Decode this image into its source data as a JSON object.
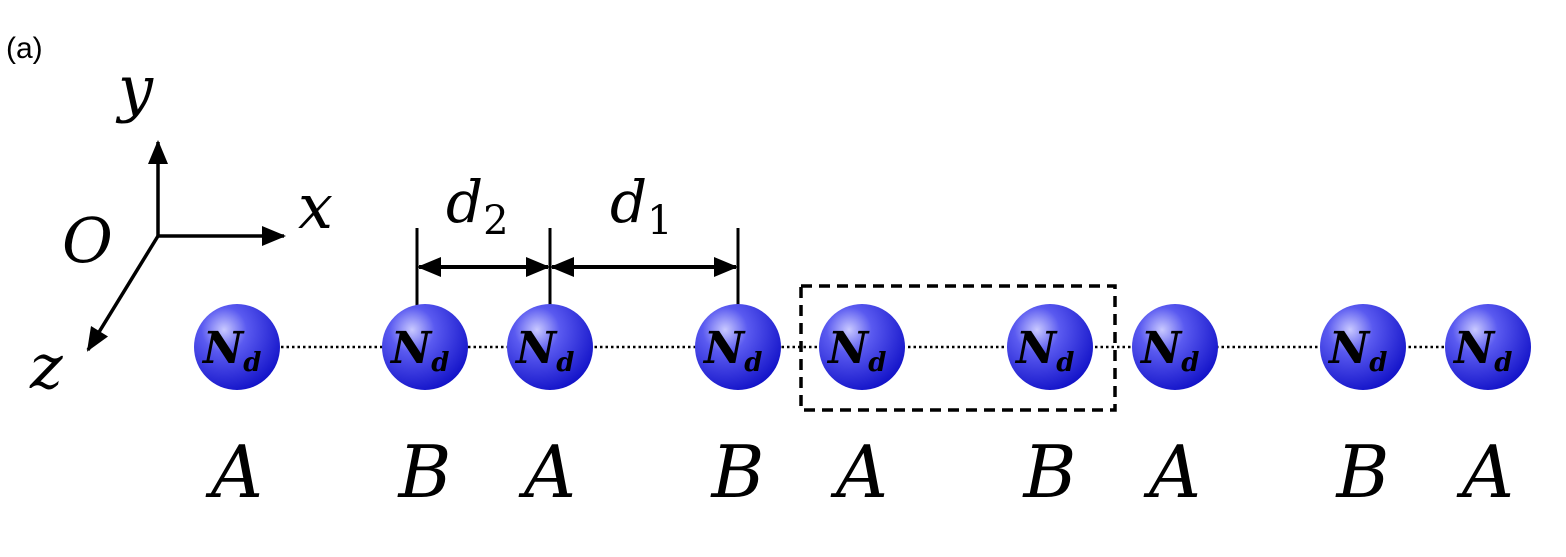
{
  "panel_label": "(a)",
  "axes": {
    "origin": "O",
    "x": "x",
    "y": "y",
    "z": "z"
  },
  "dimensions": {
    "d2": {
      "base": "d",
      "sub": "2"
    },
    "d1": {
      "base": "d",
      "sub": "1"
    }
  },
  "atom": {
    "main": "N",
    "sub": "d"
  },
  "atom_color": "#1a1adb",
  "sites": [
    "A",
    "B",
    "A",
    "B",
    "A",
    "B",
    "A",
    "B",
    "A"
  ]
}
